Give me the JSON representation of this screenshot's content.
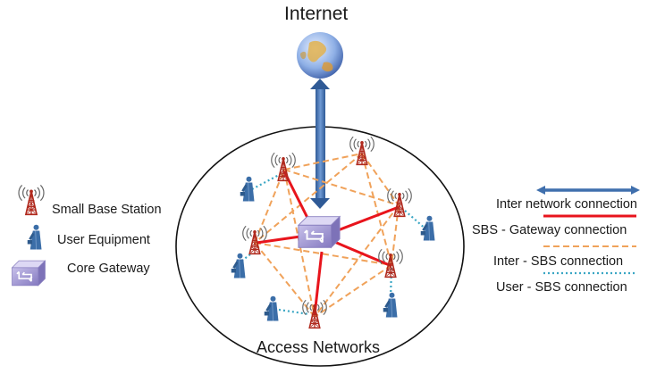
{
  "title": "Internet",
  "region_label": "Access Networks",
  "legend_nodes": [
    {
      "label": "Small Base Station",
      "icon": "tower-icon"
    },
    {
      "label": "User Equipment",
      "icon": "user-icon"
    },
    {
      "label": "Core Gateway",
      "icon": "gateway-icon"
    }
  ],
  "legend_links": [
    {
      "label": "Inter network connection",
      "color": "#3f6fad",
      "style": "double-arrow"
    },
    {
      "label": "SBS - Gateway connection",
      "color": "#e8141c",
      "style": "solid"
    },
    {
      "label": "Inter - SBS connection",
      "color": "#f0a25a",
      "style": "dashed"
    },
    {
      "label": "User - SBS connection",
      "color": "#3aa6c4",
      "style": "dotted"
    }
  ],
  "colors": {
    "internet_link": "#3f6fad",
    "sbs_gateway": "#e8141c",
    "inter_sbs": "#f0a25a",
    "user_sbs": "#3aa6c4",
    "tower": "#b02a1e",
    "user": "#3b6ea8",
    "gateway": "#9a90cc",
    "globe": "#6a8fcf"
  }
}
